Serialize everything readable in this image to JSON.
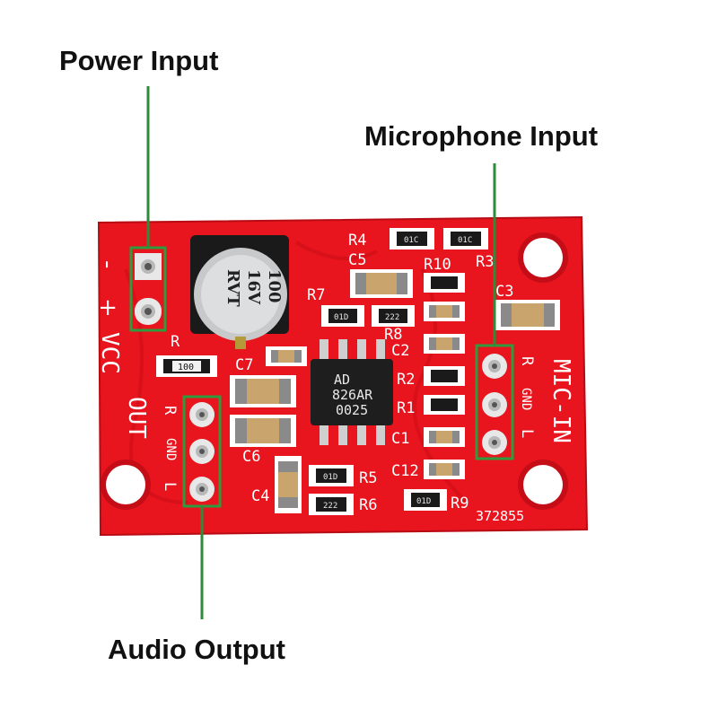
{
  "callouts": {
    "power_input": "Power Input",
    "microphone_input": "Microphone Input",
    "audio_output": "Audio Output"
  },
  "board": {
    "power_labels": {
      "minus": "-",
      "plus": "+",
      "vcc": "VCC"
    },
    "out_label": "OUT",
    "out_pins": {
      "r": "R",
      "gnd": "GND",
      "l": "L"
    },
    "mic_label": "MIC-IN",
    "mic_pins": {
      "r": "R",
      "gnd": "GND",
      "l": "L"
    },
    "chip": {
      "line1": "AD",
      "line2": "826AR",
      "line3": "0025"
    },
    "electrolytic": {
      "line1": "100",
      "line2": "16V",
      "line3": "RVT"
    },
    "serial": "372855",
    "component_labels": {
      "r": "R",
      "r4": "R4",
      "r3": "R3",
      "r10": "R10",
      "r7": "R7",
      "r8": "R8",
      "r2": "R2",
      "r1": "R1",
      "r5": "R5",
      "r6": "R6",
      "r9": "R9",
      "c5": "C5",
      "c3": "C3",
      "c7": "C7",
      "c2": "C2",
      "c1": "C1",
      "c6": "C6",
      "c4": "C4",
      "c12": "C12"
    },
    "smd_codes": {
      "r_100": "100",
      "r4_01d": "01C",
      "r3_01d": "01C",
      "r7_01d": "01D",
      "r8_222": "222",
      "r5_01d": "01D",
      "r6_222": "222",
      "r9_01d": "01D"
    }
  },
  "colors": {
    "pcb": "#e8141e",
    "pcb_dark": "#b80c14",
    "callout_line": "#2e8b3a",
    "highlight_box": "#2e9b3e"
  }
}
